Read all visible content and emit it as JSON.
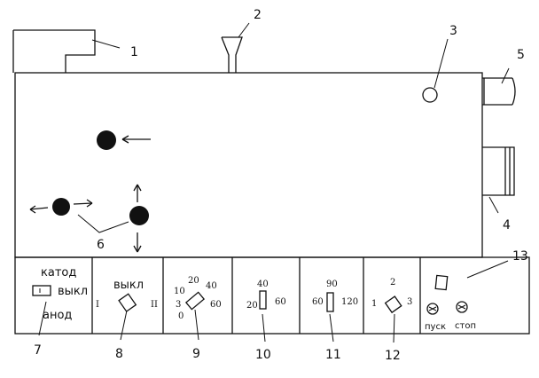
{
  "callouts": [
    "1",
    "2",
    "3",
    "4",
    "5",
    "6",
    "7",
    "8",
    "9",
    "10",
    "11",
    "12",
    "13"
  ],
  "panel7": {
    "top": "катод",
    "middle": "выкл",
    "bottom": "анод"
  },
  "panel8": {
    "label": "выкл",
    "left_mark": "I",
    "right_mark": "II"
  },
  "panel9": {
    "scale": [
      "0",
      "3",
      "10",
      "20",
      "40",
      "60"
    ]
  },
  "panel10": {
    "scale": [
      "20",
      "40",
      "60"
    ]
  },
  "panel11": {
    "scale": [
      "60",
      "90",
      "120"
    ]
  },
  "panel12": {
    "scale": [
      "1",
      "2",
      "3"
    ]
  },
  "panel13": {
    "start": "пуск",
    "stop": "стоп"
  }
}
